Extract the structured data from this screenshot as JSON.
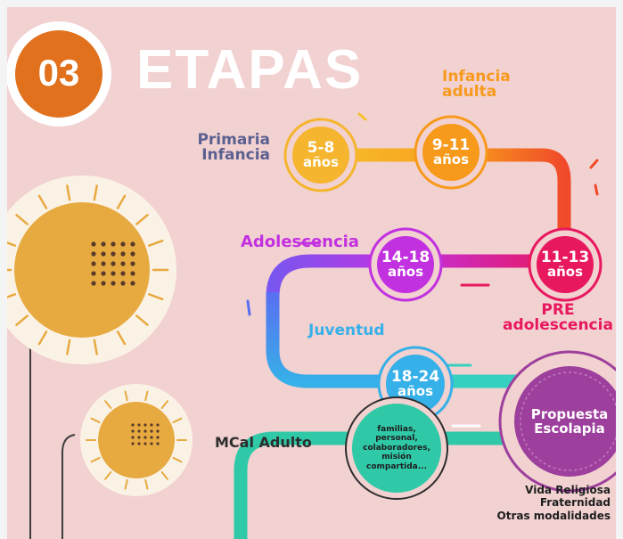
{
  "header": {
    "number": "03",
    "title": "ETAPAS"
  },
  "stages": [
    {
      "label": "Primaria\nInfancia",
      "range": "5-8",
      "unit": "años",
      "color": "#f5b52e"
    },
    {
      "label": "Infancia\nadulta",
      "range": "9-11",
      "unit": "años",
      "color": "#f79a1c"
    },
    {
      "label": "PRE\nadolescencia",
      "range": "11-13",
      "unit": "años",
      "color": "#e8185f"
    },
    {
      "label": "Adolescencia",
      "range": "14-18",
      "unit": "años",
      "color": "#c231e0"
    },
    {
      "label": "Juventud",
      "range": "18-24",
      "unit": "años",
      "color": "#36b0e8"
    },
    {
      "label": "MCal Adulto",
      "range": "",
      "unit": "",
      "color": "#2fc9a8"
    }
  ],
  "mcal_circle": {
    "text": "familias,\npersonal,\ncolaboradores,\nmisión\ncompartida..."
  },
  "propuesta": {
    "text": "Propuesta\nEscolapia"
  },
  "modalidades": [
    "Vida Religiosa",
    "Fraternidad",
    "Otras modalidades"
  ],
  "colors": {
    "background": "#f2d1d1",
    "header_circle": "#e2711d",
    "title": "#ffffff",
    "sun": "#e7aa40",
    "sun_ring": "#fbf2e6",
    "teal": "#2fc9a8",
    "purple": "#9d3f9c"
  }
}
